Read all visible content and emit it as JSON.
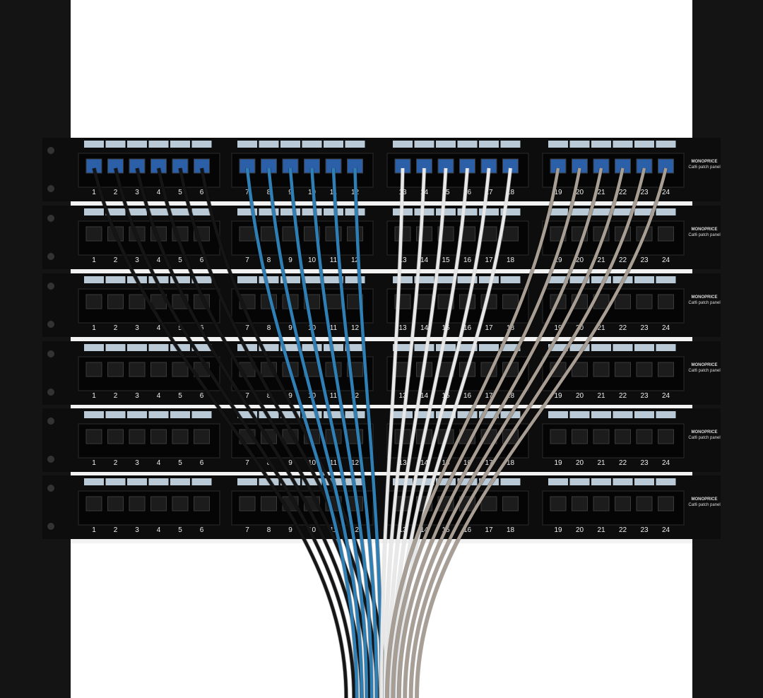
{
  "scene": {
    "panel_count": 6,
    "ports_per_panel": 24,
    "port_labels": [
      "1",
      "2",
      "3",
      "4",
      "5",
      "6",
      "7",
      "8",
      "9",
      "10",
      "11",
      "12",
      "13",
      "14",
      "15",
      "16",
      "17",
      "18",
      "19",
      "20",
      "21",
      "22",
      "23",
      "24"
    ],
    "logo_text": "MONOPRICE",
    "certification_text": "Cat6 patch panel",
    "cable_bundles": [
      {
        "color": "#151515",
        "ports": [
          1,
          2,
          3,
          4,
          5,
          6
        ]
      },
      {
        "color": "#2f7fb5",
        "ports": [
          7,
          8,
          9,
          10,
          11,
          12
        ]
      },
      {
        "color": "#e8e8e8",
        "ports": [
          13,
          14,
          15,
          16,
          17,
          18
        ]
      },
      {
        "color": "#a89e94",
        "ports": [
          19,
          20,
          21,
          22,
          23,
          24
        ]
      }
    ],
    "colors": {
      "rack": "#141414",
      "panel": "#0d0d0d",
      "label_strip": "#b9c9d6",
      "connector": "#2b5fa8",
      "background": "#ffffff"
    }
  }
}
